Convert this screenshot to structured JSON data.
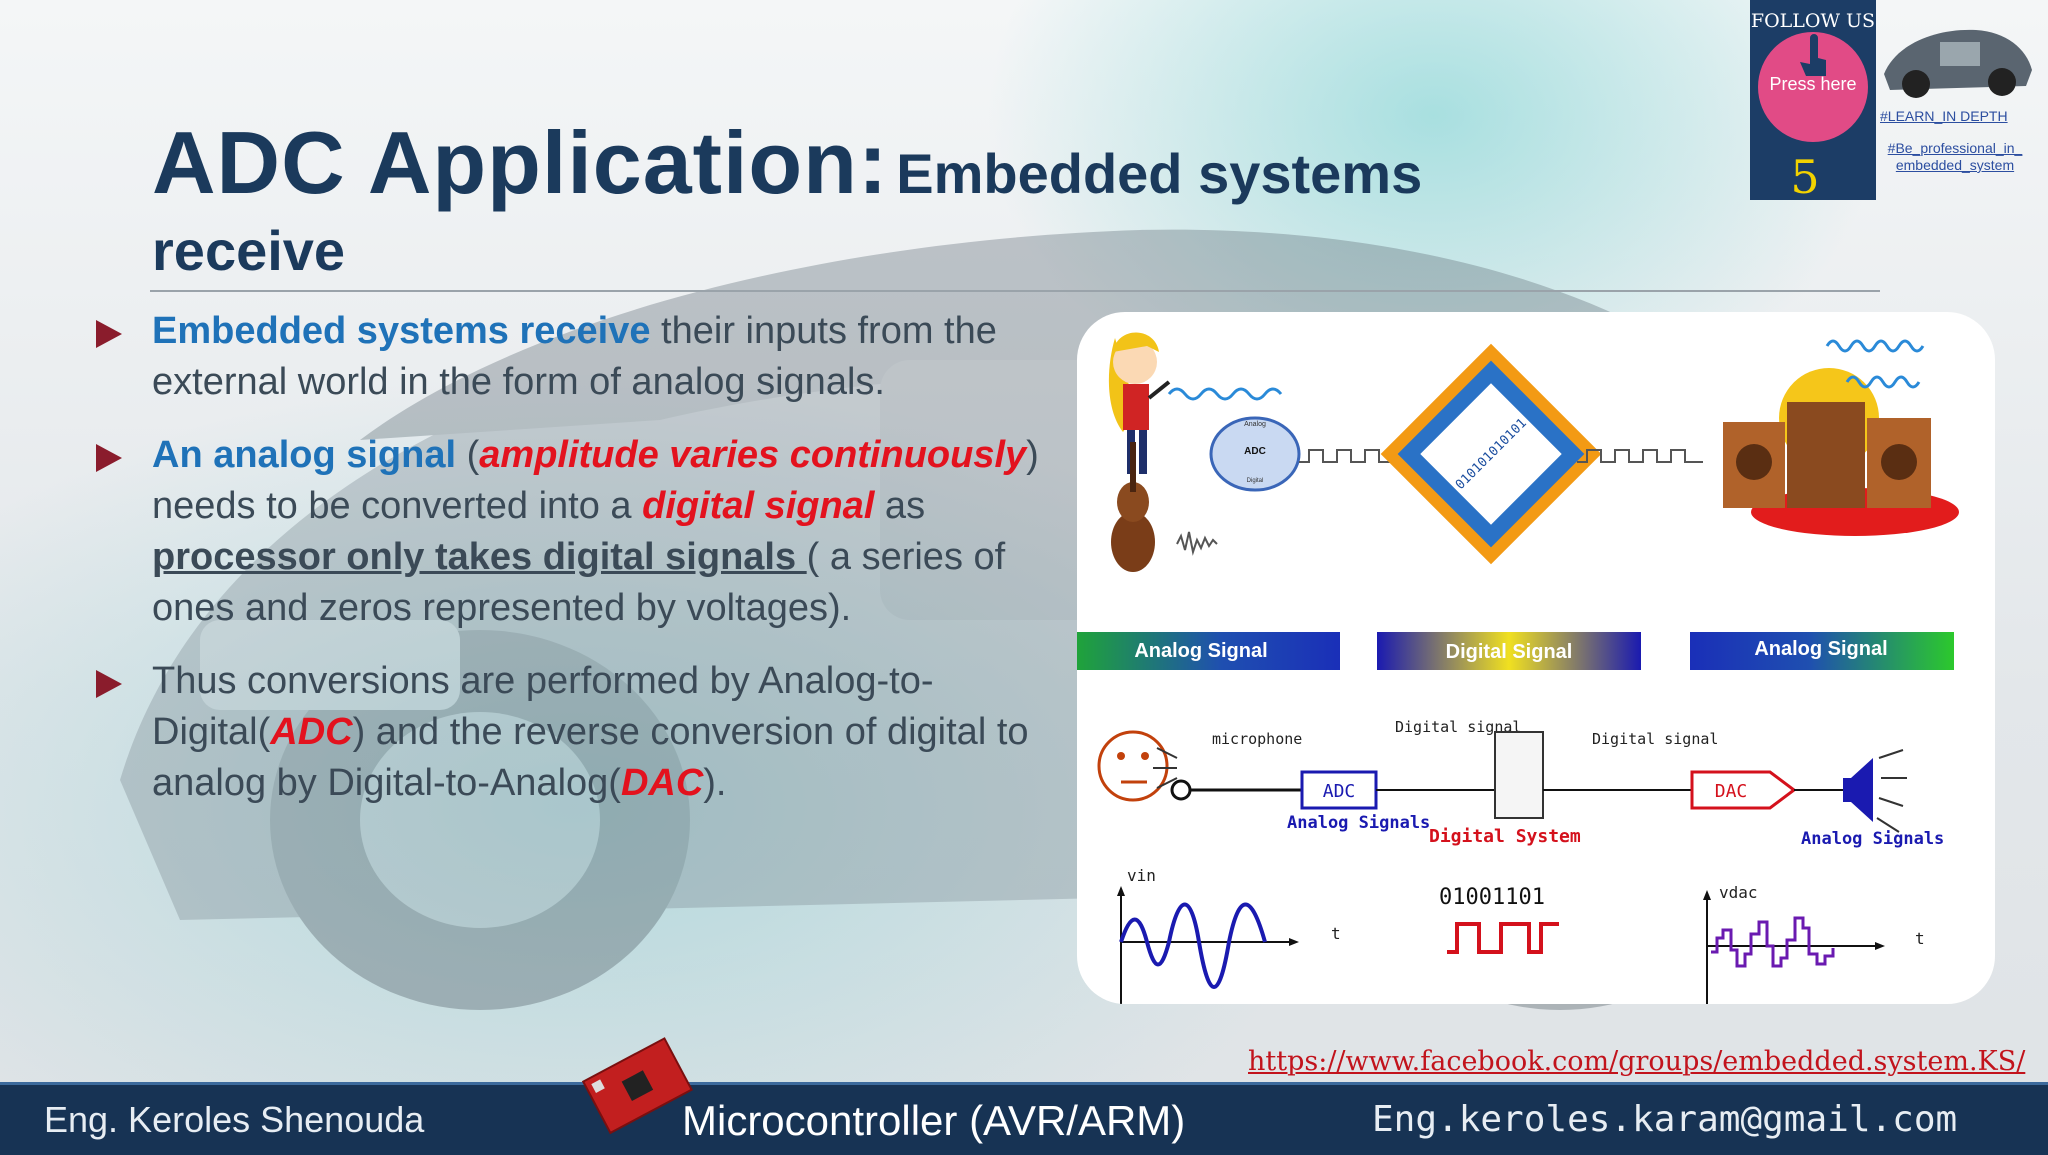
{
  "slide": {
    "title_main": "ADC Application:",
    "title_sub": "Embedded systems",
    "title_line2": "receive",
    "bullets": [
      {
        "parts": [
          {
            "text": "Embedded systems receive",
            "style": "blue"
          },
          {
            "text": " their inputs from the external world in the form of analog signals.",
            "style": "plain"
          }
        ]
      },
      {
        "parts": [
          {
            "text": "An analog signal",
            "style": "blue"
          },
          {
            "text": " (",
            "style": "plain"
          },
          {
            "text": "amplitude varies continuously",
            "style": "red"
          },
          {
            "text": ") needs to be converted into a ",
            "style": "plain"
          },
          {
            "text": "digital signal",
            "style": "red"
          },
          {
            "text": " as ",
            "style": "plain"
          },
          {
            "text": "processor only takes digital signals ",
            "style": "ul"
          },
          {
            "text": "( a series of ones and zeros represented by voltages).",
            "style": "plain"
          }
        ]
      },
      {
        "parts": [
          {
            "text": "Thus  conversions are performed by Analog-to-Digital(",
            "style": "plain"
          },
          {
            "text": "ADC",
            "style": "red"
          },
          {
            "text": ") and the reverse conversion of digital to analog by Digital-to-Analog(",
            "style": "plain"
          },
          {
            "text": "DAC",
            "style": "red"
          },
          {
            "text": ").",
            "style": "plain"
          }
        ]
      }
    ]
  },
  "diagram": {
    "bars": [
      "Analog Signal",
      "Digital Signal",
      "Analog Signal"
    ],
    "chip_text": "010101010101",
    "adc_device": {
      "top": "Analog",
      "mid": "ADC",
      "bot": "Digital"
    },
    "labels": {
      "microphone": "microphone",
      "digital_signal_in": "Digital signal",
      "digital_signal_out": "Digital signal",
      "adc": "ADC",
      "dac": "DAC",
      "analog_signals_left": "Analog Signals",
      "digital_system": "Digital System",
      "analog_signals_right": "Analog Signals",
      "vin": "vin",
      "t1": "t",
      "bits": "01001101",
      "vdac": "vdac",
      "t2": "t"
    }
  },
  "follow": {
    "label": "FOLLOW  US",
    "press": "Press here",
    "number": "5",
    "tag1": "#LEARN_IN DEPTH",
    "tag2": "#Be_professional_in_ embedded_system"
  },
  "link": "https://www.facebook.com/groups/embedded.system.KS/",
  "footer": {
    "author": "Eng. Keroles Shenouda",
    "course": "Microcontroller (AVR/ARM)",
    "email": "Eng.keroles.karam@gmail.com"
  },
  "colors": {
    "title": "#1b3a5c",
    "accent_blue": "#1f72b8",
    "accent_red": "#e3121e",
    "bullet": "#8a1c2c",
    "footer": "#173354"
  }
}
